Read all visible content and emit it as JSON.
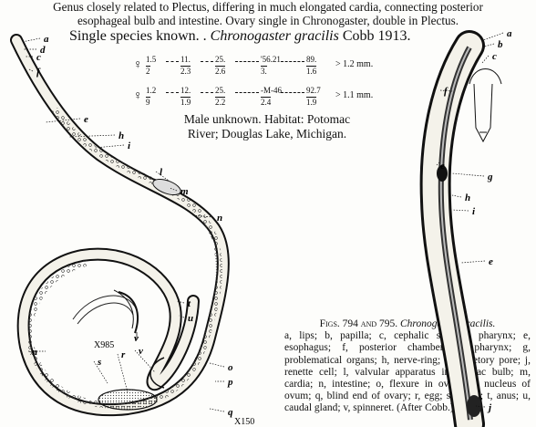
{
  "intro_line1": "Genus closely related to Plectus, differing in much elongated cardia, connecting posterior",
  "intro_line2": "esophageal bulb and intestine.  Ovary single in Chronogaster, double in Plectus.",
  "heading_prefix": "Single species known.  .",
  "heading_species": "Chronogaster gracilis",
  "heading_author": "Cobb 1913.",
  "formula_female": {
    "symbol": "♀",
    "cols": [
      [
        "1.5",
        "2"
      ],
      [
        "11.",
        "2.3"
      ],
      [
        "25.",
        "2.6"
      ],
      [
        "'56.21",
        "3."
      ],
      [
        "89.",
        "1.6"
      ]
    ],
    "result": "1.2 mm."
  },
  "formula_male": {
    "symbol": "♀",
    "cols": [
      [
        "1.2",
        "9"
      ],
      [
        "12.",
        "1.9"
      ],
      [
        "25.",
        "2.2"
      ],
      [
        "-M-46",
        "2.4"
      ],
      [
        "92.7",
        "1.9"
      ]
    ],
    "result": "1.1 mm."
  },
  "male_text": "Male unknown.  Habitat: Potomac River; Douglas Lake, Michigan.",
  "caption": {
    "title_prefix": "Figs. 794 and 795.",
    "title_species": "Chronogaster gracilis.",
    "body": "a, lips; b, papilla; c, cephalic seta; d, pharynx; e, esophagus; f, posterior chamber of pharynx; g, problematical organs; h, nerve-ring; i, excretory pore; j, renette cell; l, valvular apparatus in cardiac bulb; m, cardia; n, intestine; o, flexure in ovary; p, nucleus of ovum; q, blind end of ovary; r, egg; s, vulva; t, anus; u, caudal gland; v, spinneret.  (After Cobb.)"
  },
  "magnifications": {
    "detail": "X985",
    "whole": "X150"
  },
  "left_labels": [
    "a",
    "d",
    "c",
    "f",
    "e",
    "h",
    "i",
    "l",
    "m",
    "n",
    "t",
    "u",
    "v",
    "o",
    "p",
    "q",
    "r",
    "s",
    "n"
  ],
  "right_labels": [
    "a",
    "b",
    "c",
    "f",
    "e",
    "g",
    "h",
    "i",
    "e",
    "j"
  ],
  "detail_label": "v"
}
